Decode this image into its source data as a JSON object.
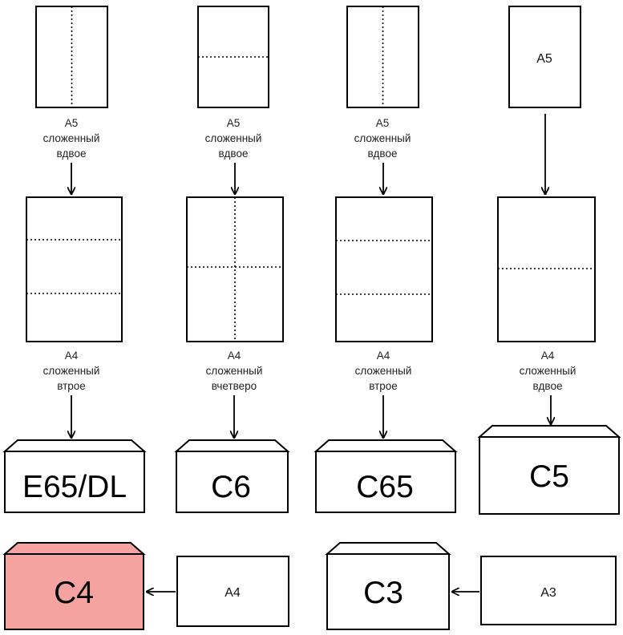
{
  "columns": [
    {
      "top_sheet": {
        "inner_label": "",
        "fold": "vertical"
      },
      "top_label": [
        "А5",
        "сложенный",
        "вдвое"
      ],
      "mid_sheet": {
        "fold": "thirds"
      },
      "mid_label": [
        "А4",
        "сложенный",
        "втрое"
      ],
      "envelope": "E65/DL"
    },
    {
      "top_sheet": {
        "inner_label": "",
        "fold": "horizontal"
      },
      "top_label": [
        "А5",
        "сложенный",
        "вдвое"
      ],
      "mid_sheet": {
        "fold": "quarters"
      },
      "mid_label": [
        "А4",
        "сложенный",
        "вчетверо"
      ],
      "envelope": "C6"
    },
    {
      "top_sheet": {
        "inner_label": "",
        "fold": "vertical"
      },
      "top_label": [
        "А5",
        "сложенный",
        "вдвое"
      ],
      "mid_sheet": {
        "fold": "thirds"
      },
      "mid_label": [
        "А4",
        "сложенный",
        "втрое"
      ],
      "envelope": "C65"
    },
    {
      "top_sheet": {
        "inner_label": "А5",
        "fold": "none"
      },
      "top_label": [],
      "mid_sheet": {
        "fold": "half"
      },
      "mid_label": [
        "А4",
        "сложенный",
        "вдвое"
      ],
      "envelope": "C5"
    }
  ],
  "bottom_row": [
    {
      "envelope": "C4",
      "highlight_color": "#f4a3a1",
      "source_sheet": "A4"
    },
    {
      "envelope": "C3",
      "highlight_color": "#ffffff",
      "source_sheet": "A3"
    }
  ]
}
